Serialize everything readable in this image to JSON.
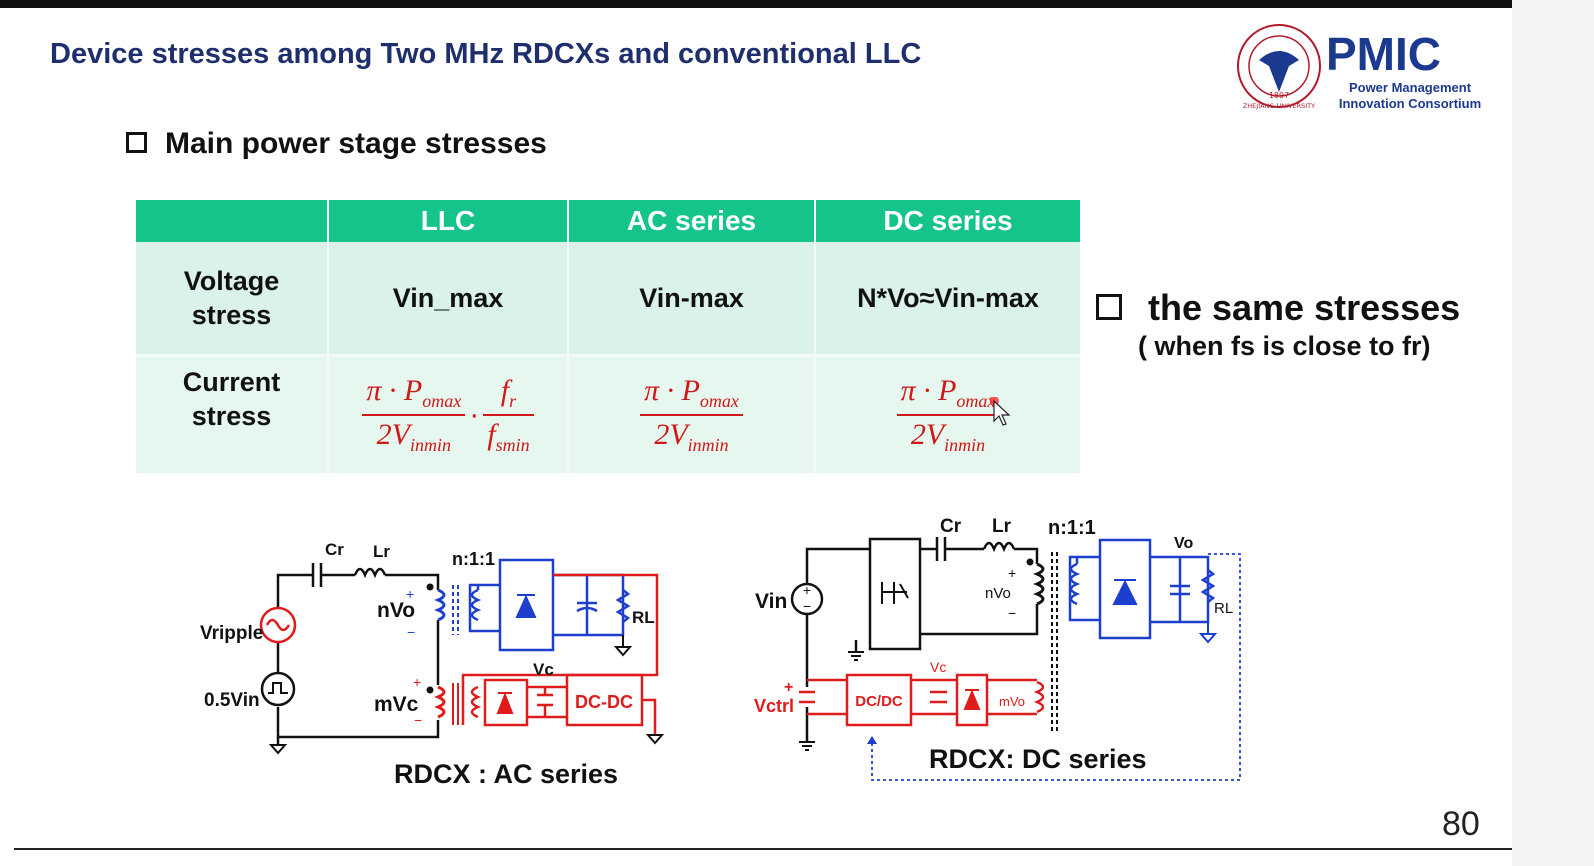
{
  "slide": {
    "title": "Device stresses among Two MHz RDCXs and conventional LLC",
    "page_number": "80"
  },
  "logo": {
    "university_text": "ZHEJIANG UNIVERSITY",
    "year": "1897",
    "brand": "PMIC",
    "tagline_line1": "Power Management",
    "tagline_line2": "Innovation Consortium"
  },
  "bullets": {
    "main": "Main power stage stresses",
    "same": "the same stresses",
    "same_note": "( when fs is close to fr)"
  },
  "table": {
    "headers": [
      "",
      "LLC",
      "AC series",
      "DC series"
    ],
    "voltage_label_line1": "Voltage",
    "voltage_label_line2": "stress",
    "voltage_values": [
      "Vin_max",
      "Vin-max",
      "N*Vo≈Vin-max"
    ],
    "current_label_line1": "Current",
    "current_label_line2": "stress",
    "formula_num": "π · P",
    "formula_num_sub": "omax",
    "formula_den": "2V",
    "formula_den_sub": "inmin",
    "formula_fr": "f",
    "formula_fr_sub": "r",
    "formula_fs": "f",
    "formula_fs_sub": "smin",
    "formula_dot": "·"
  },
  "circuit_ac": {
    "caption": "RDCX : AC series",
    "labels": {
      "cr": "Cr",
      "lr": "Lr",
      "ratio": "n:1:1",
      "vripple": "Vripple",
      "half_vin": "0.5Vin",
      "nvo": "nVo",
      "mvc": "mVc",
      "vc": "Vc",
      "rl": "RL",
      "dcdc": "DC-DC",
      "plus": "+",
      "minus": "−"
    }
  },
  "circuit_dc": {
    "caption": "RDCX: DC series",
    "labels": {
      "cr": "Cr",
      "lr": "Lr",
      "ratio": "n:1:1",
      "vin": "Vin",
      "vo": "Vo",
      "nvo": "nVo",
      "rl": "RL",
      "vc": "Vc",
      "vctrl": "Vctrl",
      "dcdc": "DC/DC",
      "mvo": "mVo",
      "plus": "+",
      "minus": "−"
    }
  },
  "colors": {
    "title": "#1f2f6e",
    "table_header": "#14c48a",
    "table_body": "#daf2e7",
    "formula": "#d01818",
    "circuit_blue": "#1d3fcf",
    "circuit_red": "#e01b1b"
  }
}
